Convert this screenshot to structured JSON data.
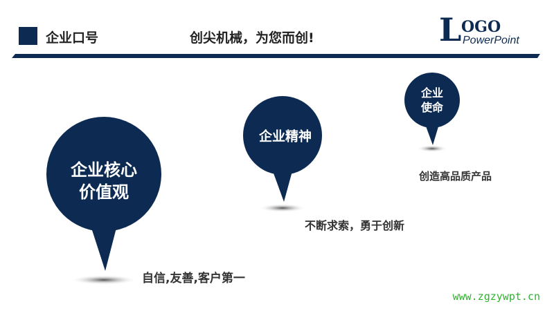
{
  "header": {
    "title": "企业口号",
    "slogan": "创尖机械，为您而创!"
  },
  "logo": {
    "letter": "L",
    "text": "OGO",
    "subtitle": "PowerPoint"
  },
  "pins": [
    {
      "label_line1": "企业核心",
      "label_line2": "价值观",
      "caption": "自信,友善,客户第一"
    },
    {
      "label_line1": "企业精神",
      "caption": "不断求索，勇于创新"
    },
    {
      "label_line1": "企业",
      "label_line2": "使命",
      "caption": "创造高品质产品"
    }
  ],
  "watermark": "www.zgzywpt.cn",
  "colors": {
    "primary": "#0d2b52",
    "watermark": "#2fb32f"
  }
}
